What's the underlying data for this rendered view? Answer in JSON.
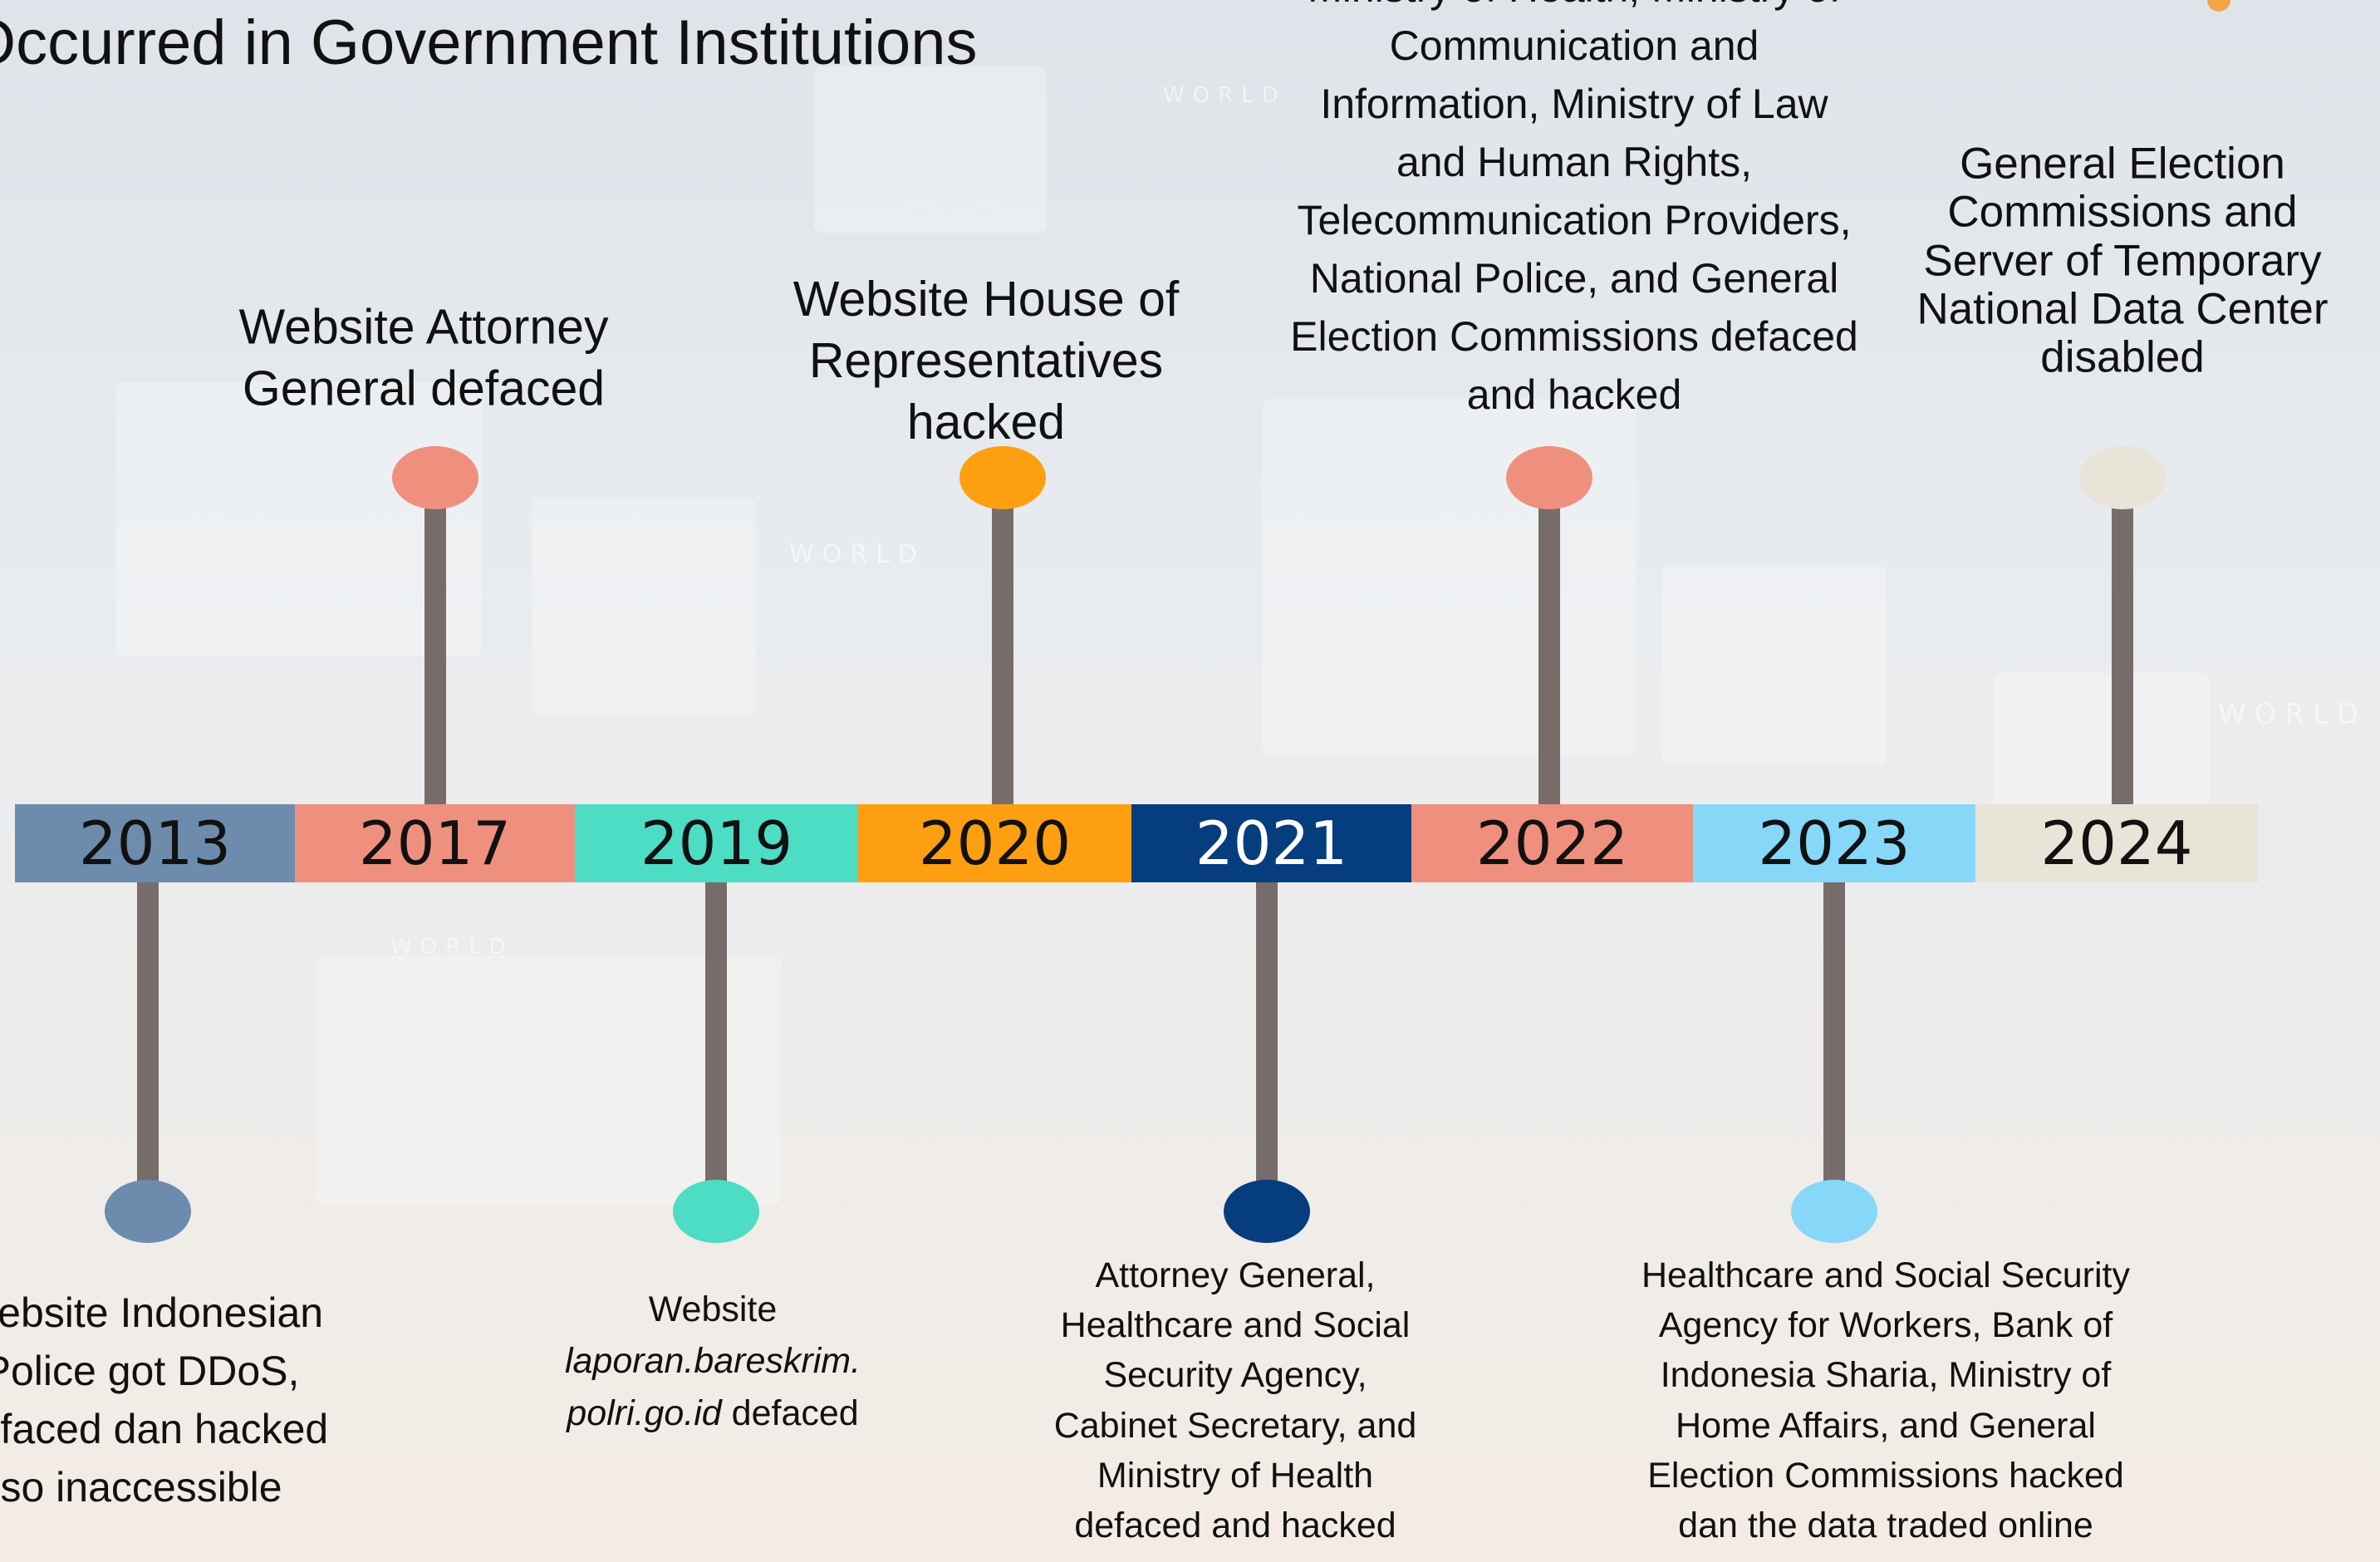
{
  "title": "Occurred in Government Institutions",
  "timeline": [
    {
      "year": "2013",
      "color": "#6d8bad",
      "text_color": "#111111",
      "position": "bottom",
      "label_lines": [
        "Website Indonesian",
        "Police got DDoS,",
        "defaced dan hacked",
        "so inaccessible"
      ]
    },
    {
      "year": "2017",
      "color": "#ef907f",
      "text_color": "#111111",
      "position": "top",
      "label_lines": [
        "Website Attorney",
        "General defaced"
      ]
    },
    {
      "year": "2019",
      "color": "#4ddcc4",
      "text_color": "#111111",
      "position": "bottom",
      "label_lines": [
        "Website",
        "laporan.bareskrim.",
        "polri.go.id defaced"
      ]
    },
    {
      "year": "2020",
      "color": "#fd9f10",
      "text_color": "#111111",
      "position": "top",
      "label_lines": [
        "Website House of",
        "Representatives",
        "hacked"
      ]
    },
    {
      "year": "2021",
      "color": "#063d7e",
      "text_color": "#ffffff",
      "position": "bottom",
      "label_lines": [
        "Attorney General,",
        "Healthcare and Social",
        "Security Agency,",
        "Cabinet Secretary, and",
        "Ministry of Health",
        "defaced and hacked"
      ]
    },
    {
      "year": "2022",
      "color": "#ef907f",
      "text_color": "#111111",
      "position": "top",
      "label_lines": [
        "Ministry of Health, Ministry of",
        "Communication and",
        "Information, Ministry of Law",
        "and Human Rights,",
        "Telecommunication Providers,",
        "National Police, and General",
        "Election Commissions defaced",
        "and hacked"
      ]
    },
    {
      "year": "2023",
      "color": "#86d7f8",
      "text_color": "#111111",
      "position": "bottom",
      "label_lines": [
        "Healthcare and Social Security",
        "Agency for Workers, Bank of",
        "Indonesia Sharia, Ministry of",
        "Home Affairs, and General",
        "Election Commissions hacked",
        "dan the data traded online"
      ]
    },
    {
      "year": "2024",
      "color": "#e8e4d7",
      "text_color": "#111111",
      "position": "top",
      "label_lines": [
        "General Election",
        "Commissions and",
        "Server of Temporary",
        "National Data Center",
        "disabled"
      ]
    }
  ],
  "background_words": [
    "WORLD",
    "WORLD",
    "WORLD",
    "WORLD"
  ]
}
